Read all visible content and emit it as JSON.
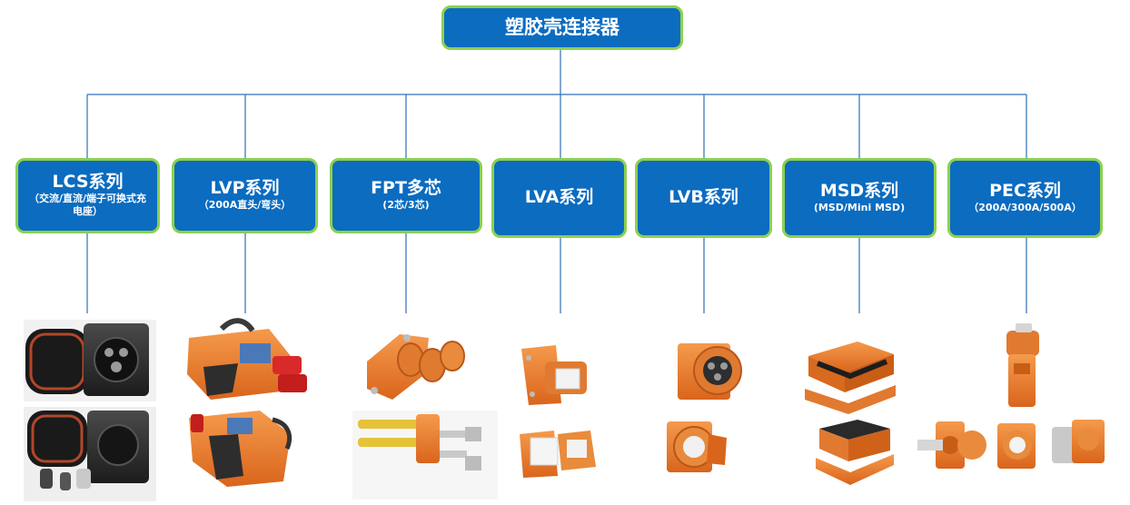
{
  "root": {
    "title": "塑胶壳连接器"
  },
  "categories": [
    {
      "title": "LCS系列",
      "sub": "（交流/直流/端子可换式充电座）"
    },
    {
      "title": "LVP系列",
      "sub": "（200A直头/弯头）"
    },
    {
      "title": "FPT多芯",
      "sub": "(2芯/3芯)"
    },
    {
      "title": "LVA系列",
      "sub": ""
    },
    {
      "title": "LVB系列",
      "sub": ""
    },
    {
      "title": "MSD系列",
      "sub": "(MSD/Mini MSD)"
    },
    {
      "title": "PEC系列",
      "sub": "（200A/300A/500A）"
    }
  ],
  "colors": {
    "box_fill": "#0b6cc0",
    "box_border": "#8dd04f",
    "connector_line": "#2e6fb7",
    "product_orange": "#e8782a",
    "product_black": "#2a2a2a"
  }
}
